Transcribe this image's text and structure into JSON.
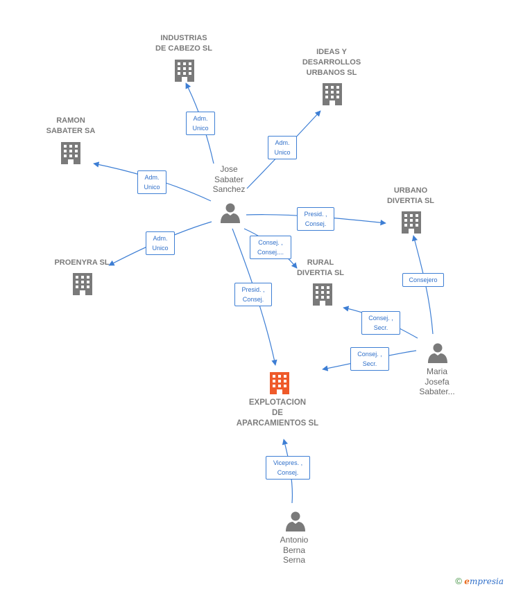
{
  "companies": {
    "industrias": {
      "lines": [
        "INDUSTRIAS",
        "DE CABEZO  SL"
      ]
    },
    "ideas": {
      "lines": [
        "IDEAS Y",
        "DESARROLLOS",
        "URBANOS SL"
      ]
    },
    "ramon": {
      "lines": [
        "RAMON",
        "SABATER SA"
      ]
    },
    "urbano": {
      "lines": [
        "URBANO",
        "DIVERTIA SL"
      ]
    },
    "proenyra": {
      "lines": [
        "PROENYRA SL"
      ]
    },
    "rural": {
      "lines": [
        "RURAL",
        "DIVERTIA SL"
      ]
    },
    "explotacion": {
      "lines": [
        "EXPLOTACION",
        "DE",
        "APARCAMIENTOS SL"
      ]
    }
  },
  "people": {
    "jose": {
      "lines": [
        "Jose",
        "Sabater",
        "Sanchez"
      ]
    },
    "maria": {
      "lines": [
        "Maria",
        "Josefa",
        "Sabater..."
      ]
    },
    "antonio": {
      "lines": [
        "Antonio",
        "Berna",
        "Serna"
      ]
    }
  },
  "relations": {
    "jose_industrias": {
      "lines": [
        "Adm.",
        "Unico"
      ]
    },
    "jose_ideas": {
      "lines": [
        "Adm.",
        "Unico"
      ]
    },
    "jose_ramon": {
      "lines": [
        "Adm.",
        "Unico"
      ]
    },
    "jose_proenyra": {
      "lines": [
        "Adm.",
        "Unico"
      ]
    },
    "jose_urbano": {
      "lines": [
        "Presid. ,",
        "Consej."
      ]
    },
    "jose_rural": {
      "lines": [
        "Consej. ,",
        "Consej...."
      ]
    },
    "jose_explotacion": {
      "lines": [
        "Presid. ,",
        "Consej."
      ]
    },
    "maria_urbano": {
      "lines": [
        "Consejero"
      ]
    },
    "maria_rural": {
      "lines": [
        "Consej. ,",
        "Secr."
      ]
    },
    "maria_explotacion": {
      "lines": [
        "Consej. ,",
        "Secr."
      ]
    },
    "antonio_explotacion": {
      "lines": [
        "Vicepres. ,",
        "Consej."
      ]
    }
  },
  "colors": {
    "edge": "#3d7ed4",
    "building": "#7a7a7a",
    "building_main": "#ef5a2a",
    "person": "#7a7a7a"
  },
  "icons": {
    "company": "building-icon",
    "person": "person-icon"
  },
  "brand": {
    "symbol": "©",
    "e": "e",
    "rest": "mpresia"
  }
}
